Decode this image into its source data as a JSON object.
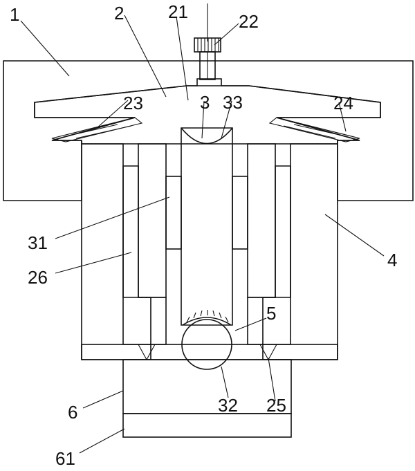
{
  "labels": {
    "l1": "1",
    "l2": "2",
    "l21": "21",
    "l22": "22",
    "l23": "23",
    "l24": "24",
    "l3": "3",
    "l33": "33",
    "l31": "31",
    "l26": "26",
    "l4": "4",
    "l5": "5",
    "l32": "32",
    "l25": "25",
    "l6": "6",
    "l61": "61"
  },
  "colors": {
    "line": "#111111",
    "background": "#ffffff",
    "hatch": "#222222"
  }
}
